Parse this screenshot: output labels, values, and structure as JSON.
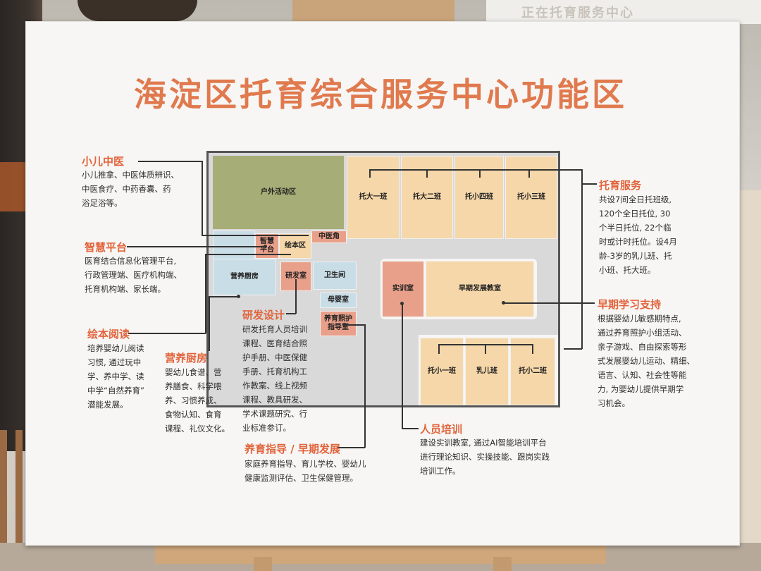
{
  "title": "海淀区托育综合服务中心功能区",
  "background_sign": "正在托育服务中心",
  "plan": {
    "rooms": {
      "outdoor": "户外活动区",
      "tuoda1": "托大一班",
      "tuoda2": "托大二班",
      "tuoxiao4": "托小四班",
      "tuoxiao3": "托小三班",
      "smart_line1": "智慧",
      "smart_line2": "平台",
      "picture_book": "绘本区",
      "tcm_corner": "中医角",
      "nutrition_kitchen": "营养厨房",
      "research_room": "研发室",
      "restroom": "卫生间",
      "mother_baby": "母婴室",
      "guidance_line1": "养育照护",
      "guidance_line2": "指导室",
      "training_room": "实训室",
      "early_dev": "早期发展教室",
      "tuoxiao1": "托小一班",
      "infant": "乳儿班",
      "tuoxiao2": "托小二班"
    }
  },
  "sections": {
    "tcm": {
      "title": "小儿中医",
      "lines": [
        "小儿推拿、中医体质辨识、",
        "中医食疗、中药香囊、药",
        "浴足浴等。"
      ]
    },
    "smart": {
      "title": "智慧平台",
      "lines": [
        "医育结合信息化管理平台,",
        "行政管理端、医疗机构端、",
        "托育机构端、家长端。"
      ]
    },
    "reading": {
      "title": "绘本阅读",
      "lines": [
        "培养婴幼儿阅读",
        "习惯, 通过玩中",
        "学、养中学、读",
        "中学“自然养育”",
        "潜能发展。"
      ]
    },
    "kitchen": {
      "title": "营养厨房",
      "lines": [
        "婴幼儿食谱、营",
        "养膳食、科学喂",
        "养、习惯养成、",
        "食物认知、食育",
        "课程、礼仪文化。"
      ]
    },
    "rnd": {
      "title": "研发设计",
      "lines": [
        "研发托育人员培训",
        "课程、医育结合照",
        "护手册、中医保健",
        "手册、托育机构工",
        "作教案、线上视频",
        "课程、教具研发、",
        "学术课题研究、行",
        "业标准参订。"
      ]
    },
    "guidance": {
      "title": "养育指导 / 早期发展",
      "lines": [
        "家庭养育指导、育儿学校、婴幼儿",
        "健康监测评估、卫生保健管理。"
      ]
    },
    "training": {
      "title": "人员培训",
      "lines": [
        "建设实训教室, 通过AI智能培训平台",
        "进行理论知识、实操技能、跟岗实践",
        "培训工作。"
      ]
    },
    "childcare": {
      "title": "托育服务",
      "lines": [
        "共设7间全日托班级,",
        "120个全日托位, 30",
        "个半日托位, 22个临",
        "时或计时托位。设4月",
        "龄-3岁的乳儿班、托",
        "小班、托大班。"
      ]
    },
    "early": {
      "title": "早期学习支持",
      "lines": [
        "根据婴幼儿敏感期特点,",
        "通过养育照护小组活动、",
        "亲子游戏、自由探索等形",
        "式发展婴幼儿运动、精细、",
        "语言、认知、社会性等能",
        "力, 为婴幼儿提供早期学",
        "习机会。"
      ]
    }
  }
}
